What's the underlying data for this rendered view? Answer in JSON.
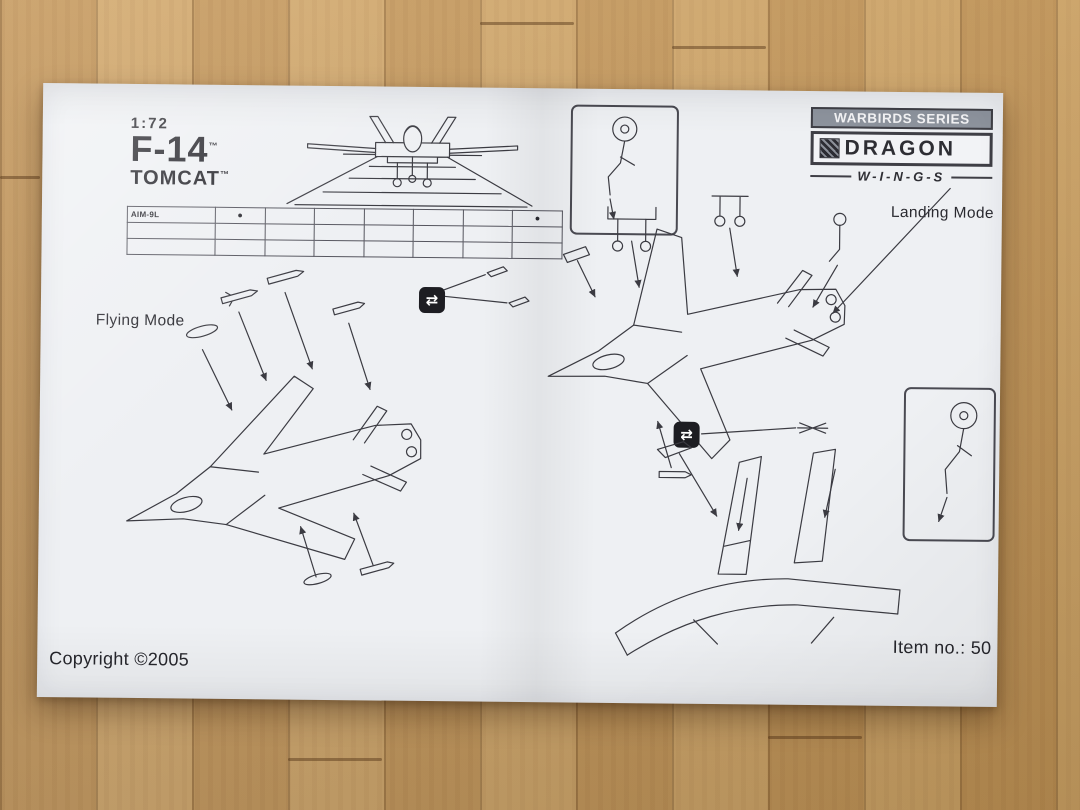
{
  "paper": {
    "header": {
      "scale": "1:72",
      "model": "F-14",
      "tm": "™",
      "name": "TOMCAT"
    },
    "stores_table": {
      "rows": [
        [
          "AIM-9L",
          "●",
          "",
          "",
          "",
          "",
          "",
          "●"
        ],
        [
          "",
          "",
          "",
          "",
          "",
          "",
          "",
          ""
        ],
        [
          "",
          "",
          "",
          "",
          "",
          "",
          "",
          ""
        ]
      ]
    },
    "modes": {
      "flying": "Flying Mode",
      "landing": "Landing Mode"
    },
    "brand": {
      "series": "WARBIRDS SERIES",
      "logo": "DRAGON",
      "wings": "W-I-N-G-S"
    },
    "icons": {
      "swap": "⇄"
    },
    "footer": {
      "copyright": "Copyright ©2005",
      "item": "Item no.: 50"
    },
    "colors": {
      "ink": "#3b3b42",
      "paper": "#eef0f3",
      "wood": "#c99f63"
    }
  }
}
